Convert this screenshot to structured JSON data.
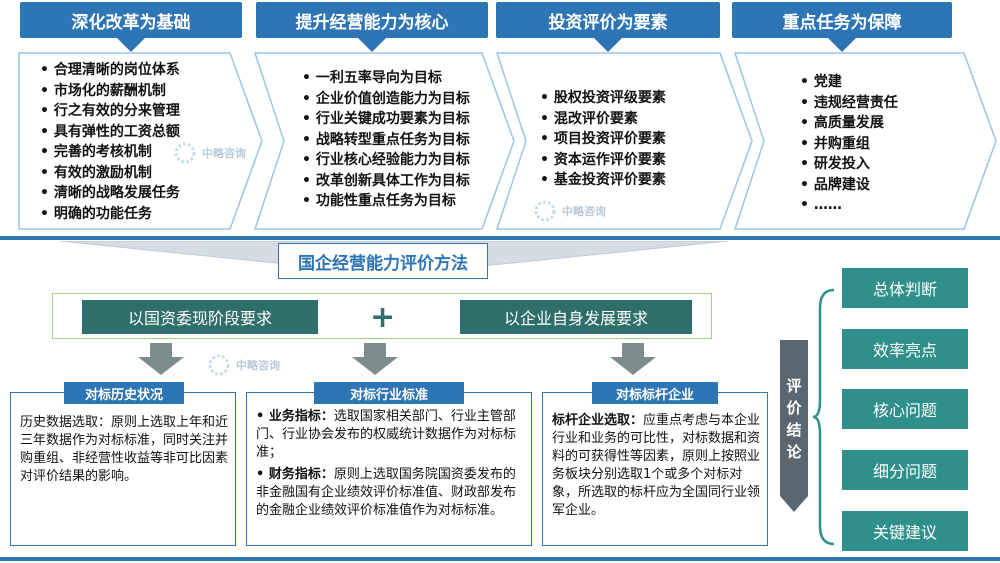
{
  "top_columns": [
    {
      "title": "深化改革为基础",
      "items": [
        "合理清晰的岗位体系",
        "市场化的薪酬机制",
        "行之有效的分来管理",
        "具有弹性的工资总额",
        "完善的考核机制",
        "有效的激励机制",
        "清晰的战略发展任务",
        "明确的功能任务"
      ]
    },
    {
      "title": "提升经营能力为核心",
      "items": [
        "一利五率导向为目标",
        "企业价值创造能力为目标",
        "行业关键成功要素为目标",
        "战略转型重点任务为目标",
        "行业核心经验能力为目标",
        "改革创新具体工作为目标",
        "功能性重点任务为目标"
      ]
    },
    {
      "title": "投资评价为要素",
      "items": [
        "股权投资评级要素",
        "混改评价要素",
        "项目投资评价要素",
        "资本运作评价要素",
        "基金投资评价要素"
      ]
    },
    {
      "title": "重点任务为保障",
      "items": [
        "党建",
        "违规经营责任",
        "高质量发展",
        "并购重组",
        "研发投入",
        "品牌建设",
        "……"
      ]
    }
  ],
  "method_title": "国企经营能力评价方法",
  "requirements": {
    "left": "以国资委现阶段要求",
    "plus": "+",
    "right": "以企业自身发展要求"
  },
  "panels": [
    {
      "tag": "对标历史状况",
      "paragraphs": [
        {
          "lead": "",
          "text": "历史数据选取：原则上选取上年和近三年数据作为对标标准，同时关注并购重组、非经营性收益等非可比因素对评价结果的影响。"
        }
      ]
    },
    {
      "tag": "对标行业标准",
      "paragraphs": [
        {
          "lead": "• 业务指标：",
          "text": "选取国家相关部门、行业主管部门、行业协会发布的权威统计数据作为对标标准；"
        },
        {
          "lead": "• 财务指标：",
          "text": "原则上选取国务院国资委发布的非金融国有企业绩效评价标准值、财政部发布的金融企业绩效评价标准值作为对标标准。"
        }
      ]
    },
    {
      "tag": "对标标杆企业",
      "paragraphs": [
        {
          "lead": "标杆企业选取：",
          "text": "应重点考虑与本企业行业和业务的可比性，对标数据和资料的可获得性等因素，原则上按照业务板块分别选取1个或多个对标对象，所选取的标杆应为全国同行业领军企业。"
        }
      ]
    }
  ],
  "conclusion": {
    "label": "评价结论",
    "results": [
      "总体判断",
      "效率亮点",
      "核心问题",
      "细分问题",
      "关键建议"
    ]
  },
  "watermark": "中略咨询",
  "colors": {
    "blue": "#2e75b6",
    "teal": "#2f6f6b",
    "result": "#2f8f8b",
    "gray": "#5b6770",
    "chevron_border": "#9dc3e6"
  }
}
